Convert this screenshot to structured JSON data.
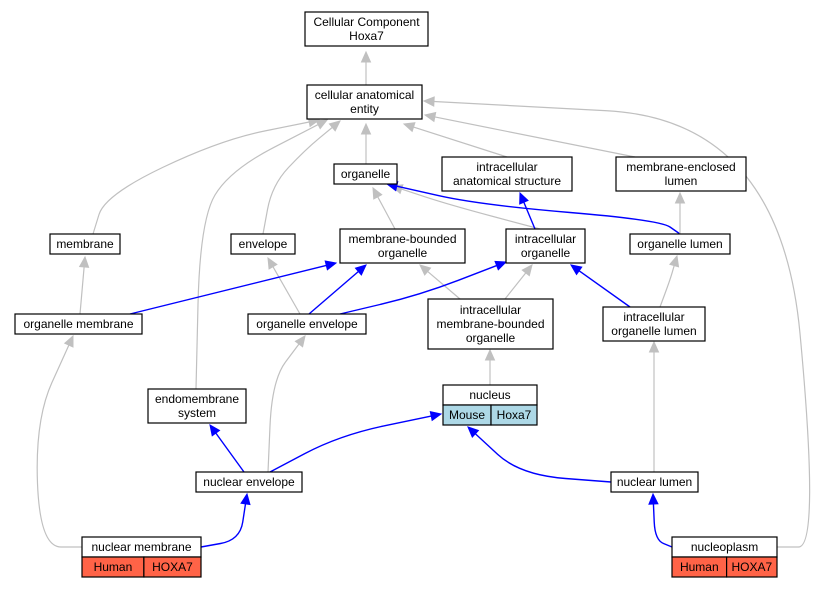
{
  "colors": {
    "edge_is_a": "#c0c0c0",
    "edge_part_of": "#0000ff",
    "species_mouse": "#add8e6",
    "species_human": "#ff6347",
    "node_fill": "#ffffff",
    "node_border": "#000000"
  },
  "nodes": {
    "root": {
      "lines": [
        "Cellular Component",
        "Hoxa7"
      ]
    },
    "cae": {
      "lines": [
        "cellular anatomical",
        "entity"
      ]
    },
    "organelle": {
      "lines": [
        "organelle"
      ]
    },
    "ias": {
      "lines": [
        "intracellular",
        "anatomical structure"
      ]
    },
    "mel": {
      "lines": [
        "membrane-enclosed",
        "lumen"
      ]
    },
    "membrane": {
      "lines": [
        "membrane"
      ]
    },
    "envelope": {
      "lines": [
        "envelope"
      ]
    },
    "mbo": {
      "lines": [
        "membrane-bounded",
        "organelle"
      ]
    },
    "io": {
      "lines": [
        "intracellular",
        "organelle"
      ]
    },
    "ol": {
      "lines": [
        "organelle lumen"
      ]
    },
    "om": {
      "lines": [
        "organelle membrane"
      ]
    },
    "oe": {
      "lines": [
        "organelle envelope"
      ]
    },
    "imbo": {
      "lines": [
        "intracellular",
        "membrane-bounded",
        "organelle"
      ]
    },
    "iol": {
      "lines": [
        "intracellular",
        "organelle lumen"
      ]
    },
    "nucleus": {
      "lines": [
        "nucleus"
      ],
      "species": [
        "Mouse",
        "Hoxa7"
      ],
      "species_color": "#add8e6"
    },
    "endo": {
      "lines": [
        "endomembrane",
        "system"
      ]
    },
    "ne": {
      "lines": [
        "nuclear envelope"
      ]
    },
    "nl": {
      "lines": [
        "nuclear lumen"
      ]
    },
    "nm": {
      "lines": [
        "nuclear membrane"
      ],
      "species": [
        "Human",
        "HOXA7"
      ],
      "species_color": "#ff6347"
    },
    "np": {
      "lines": [
        "nucleoplasm"
      ],
      "species": [
        "Human",
        "HOXA7"
      ],
      "species_color": "#ff6347"
    }
  },
  "edges": [
    {
      "from": "cae",
      "to": "root",
      "type": "is_a"
    },
    {
      "from": "organelle",
      "to": "cae",
      "type": "is_a"
    },
    {
      "from": "ias",
      "to": "cae",
      "type": "is_a"
    },
    {
      "from": "mel",
      "to": "cae",
      "type": "is_a"
    },
    {
      "from": "membrane",
      "to": "cae",
      "type": "is_a"
    },
    {
      "from": "envelope",
      "to": "cae",
      "type": "is_a"
    },
    {
      "from": "endo",
      "to": "cae",
      "type": "is_a"
    },
    {
      "from": "np",
      "to": "cae",
      "type": "is_a"
    },
    {
      "from": "mbo",
      "to": "organelle",
      "type": "is_a"
    },
    {
      "from": "io",
      "to": "organelle",
      "type": "is_a"
    },
    {
      "from": "ol",
      "to": "organelle",
      "type": "part_of"
    },
    {
      "from": "io",
      "to": "ias",
      "type": "part_of"
    },
    {
      "from": "ol",
      "to": "mel",
      "type": "is_a"
    },
    {
      "from": "om",
      "to": "membrane",
      "type": "is_a"
    },
    {
      "from": "oe",
      "to": "envelope",
      "type": "is_a"
    },
    {
      "from": "om",
      "to": "mbo",
      "type": "part_of"
    },
    {
      "from": "oe",
      "to": "mbo",
      "type": "part_of"
    },
    {
      "from": "imbo",
      "to": "mbo",
      "type": "is_a"
    },
    {
      "from": "oe",
      "to": "io",
      "type": "part_of"
    },
    {
      "from": "imbo",
      "to": "io",
      "type": "is_a"
    },
    {
      "from": "iol",
      "to": "io",
      "type": "part_of"
    },
    {
      "from": "iol",
      "to": "ol",
      "type": "is_a"
    },
    {
      "from": "nucleus",
      "to": "imbo",
      "type": "is_a"
    },
    {
      "from": "nl",
      "to": "iol",
      "type": "is_a"
    },
    {
      "from": "nm",
      "to": "om",
      "type": "is_a"
    },
    {
      "from": "ne",
      "to": "oe",
      "type": "is_a"
    },
    {
      "from": "ne",
      "to": "endo",
      "type": "part_of"
    },
    {
      "from": "ne",
      "to": "nucleus",
      "type": "part_of"
    },
    {
      "from": "nl",
      "to": "nucleus",
      "type": "part_of"
    },
    {
      "from": "nm",
      "to": "ne",
      "type": "part_of"
    },
    {
      "from": "np",
      "to": "nl",
      "type": "part_of"
    }
  ]
}
